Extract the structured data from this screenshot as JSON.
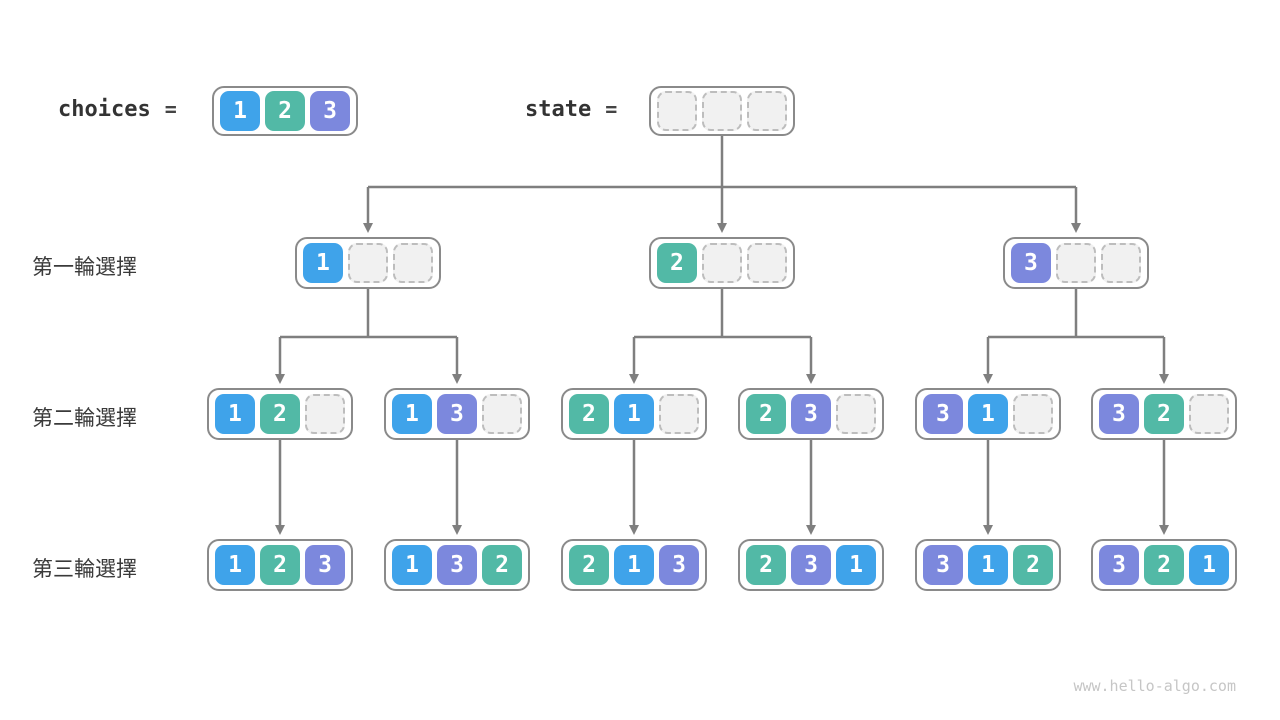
{
  "header": {
    "choices_label": "choices",
    "equals": "=",
    "choices_values": [
      1,
      2,
      3
    ],
    "state_label": "state",
    "state_cells": [
      null,
      null,
      null
    ]
  },
  "rows": [
    {
      "label": "第一輪選擇",
      "nodes": [
        {
          "cells": [
            1,
            null,
            null
          ]
        },
        {
          "cells": [
            2,
            null,
            null
          ]
        },
        {
          "cells": [
            3,
            null,
            null
          ]
        }
      ]
    },
    {
      "label": "第二輪選擇",
      "nodes": [
        {
          "cells": [
            1,
            2,
            null
          ]
        },
        {
          "cells": [
            1,
            3,
            null
          ]
        },
        {
          "cells": [
            2,
            1,
            null
          ]
        },
        {
          "cells": [
            2,
            3,
            null
          ]
        },
        {
          "cells": [
            3,
            1,
            null
          ]
        },
        {
          "cells": [
            3,
            2,
            null
          ]
        }
      ]
    },
    {
      "label": "第三輪選擇",
      "nodes": [
        {
          "cells": [
            1,
            2,
            3
          ]
        },
        {
          "cells": [
            1,
            3,
            2
          ]
        },
        {
          "cells": [
            2,
            1,
            3
          ]
        },
        {
          "cells": [
            2,
            3,
            1
          ]
        },
        {
          "cells": [
            3,
            1,
            2
          ]
        },
        {
          "cells": [
            3,
            2,
            1
          ]
        }
      ]
    }
  ],
  "colors": {
    "value_1": "#3fa3ea",
    "value_2": "#52b9a6",
    "value_3": "#7c88dd",
    "arrow": "#7f7f7f",
    "box_border": "#8a8a8a",
    "empty_fill": "#f1f1f1",
    "empty_border": "#bdbdbd"
  },
  "watermark": "www.hello-algo.com"
}
